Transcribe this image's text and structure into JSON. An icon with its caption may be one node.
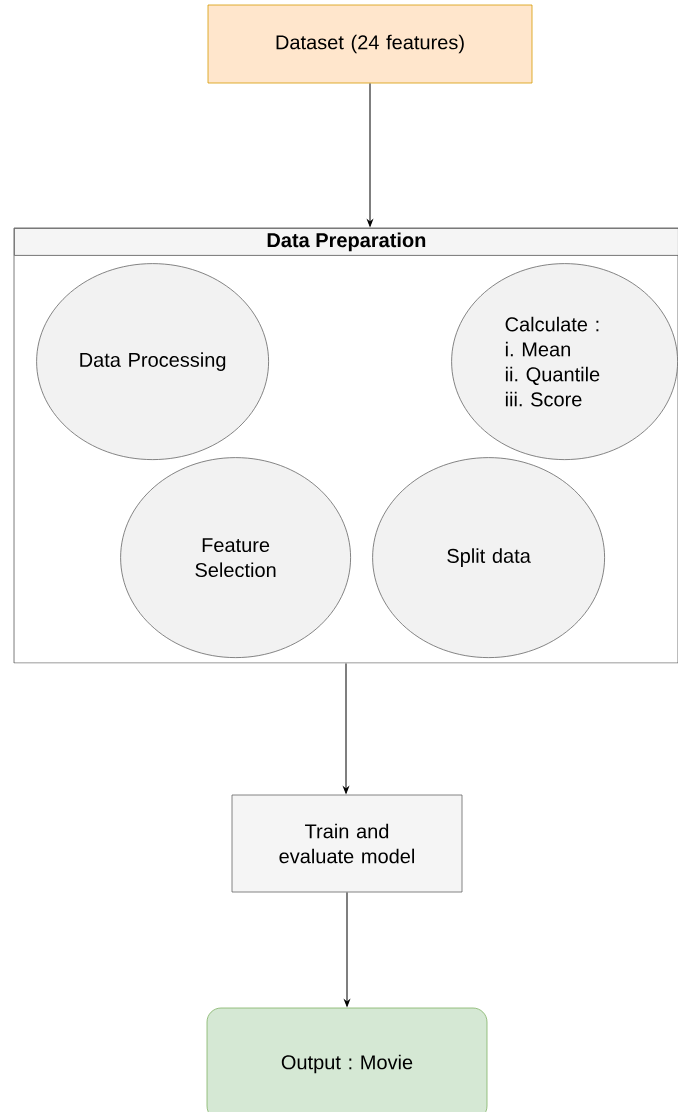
{
  "diagram": {
    "nodes": [
      {
        "text": [
          "Dataset (24 features)"
        ]
      },
      {
        "text": [
          "Data Preparation"
        ]
      },
      {
        "text": [
          "Data Processing"
        ],
        "in": 1
      },
      {
        "text": [
          "Calculate :",
          "i. Mean",
          "ii. Quantile",
          "iii. Score"
        ],
        "in": 1
      },
      {
        "text": [
          "Feature Selection"
        ],
        "in": 1
      },
      {
        "text": [
          "Split data"
        ],
        "in": 1
      },
      {
        "text": [
          "Train and evaluate model"
        ]
      },
      {
        "text": [
          "Output : Movie"
        ]
      }
    ],
    "edges": [
      {
        "from": 0,
        "to": 1,
        "arrow": "to"
      },
      {
        "from": 1,
        "to": 6,
        "arrow": "to"
      },
      {
        "from": 6,
        "to": 7,
        "arrow": "to"
      }
    ]
  }
}
